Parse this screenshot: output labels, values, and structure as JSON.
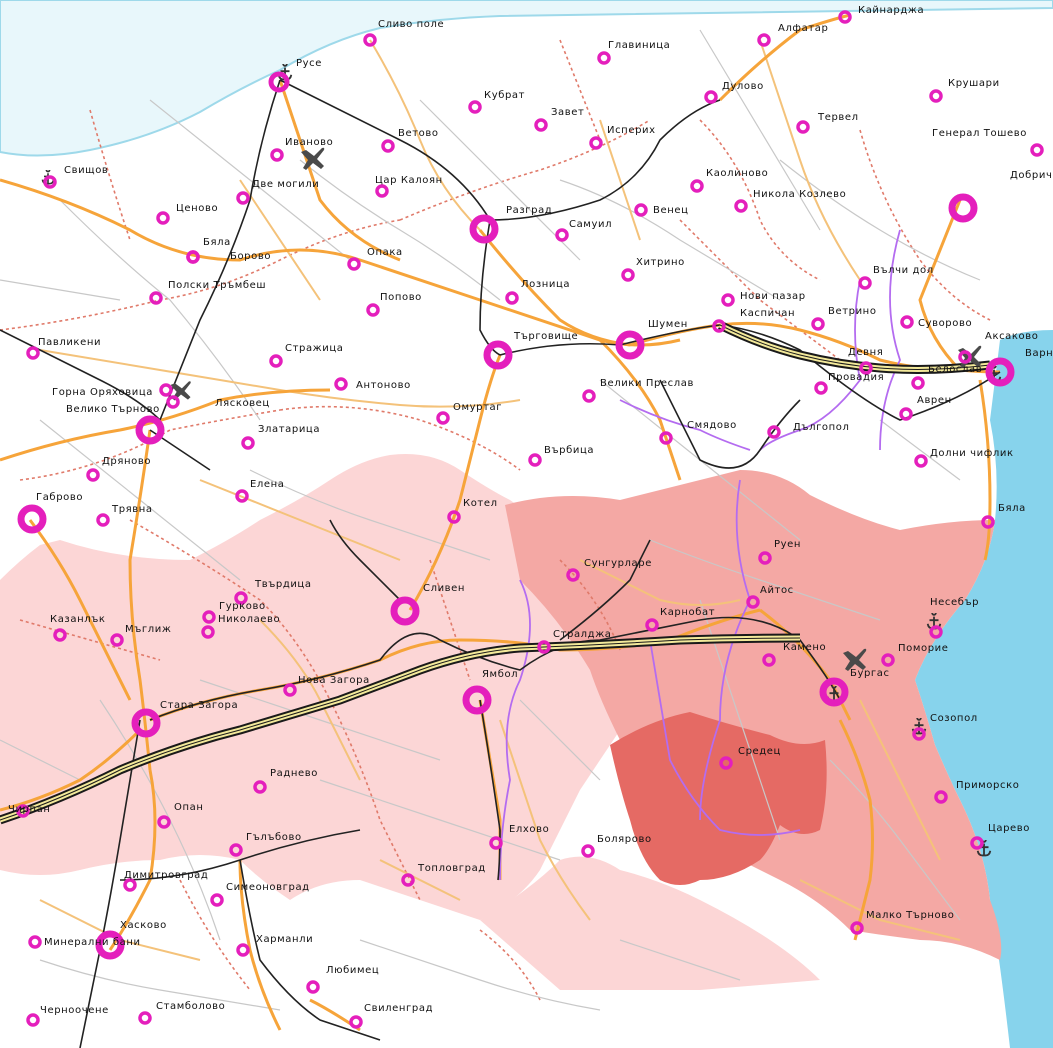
{
  "map": {
    "colors": {
      "sea": "#87d3ec",
      "land": "#ffffff",
      "region_light": "#fcd6d6",
      "region_medium": "#f4a8a4",
      "region_dark": "#e56a64",
      "motorway": "#1a1a1a",
      "motorway_fill": "#f3e99a",
      "road_main": "#f6a43a",
      "road_secondary": "#f4c27a",
      "road_minor": "#c8c8c8",
      "border_admin": "#e07a6a",
      "railway": "#222222",
      "pipeline": "#b46cf0",
      "river": "#bcd7ee",
      "city_marker": "#e41fbc"
    },
    "icons": {
      "airport": "airplane-icon",
      "port": "anchor-icon",
      "city": "city-ring-icon"
    },
    "labels": [
      "Сливо поле",
      "Кайнарджа",
      "Алфатар",
      "Русе",
      "Главиница",
      "Кубрат",
      "Дулово",
      "Крушари",
      "Завет",
      "Тервел",
      "Ветово",
      "Исперих",
      "Генерал Тошево",
      "Иваново",
      "Свищов",
      "Цар Калоян",
      "Каолиново",
      "Добрич",
      "Две могили",
      "Никола Козлево",
      "Ценово",
      "Разград",
      "Самуил",
      "Венец",
      "Бяла",
      "Борово",
      "Опака",
      "Хитрино",
      "Вълчи дол",
      "Полски Тръмбеш",
      "Лозница",
      "Нови пазар",
      "Попово",
      "Каспичан",
      "Ветрино",
      "Суворово",
      "Павликени",
      "Търговище",
      "Шумен",
      "Аксаково",
      "Стражица",
      "Девня",
      "Варна",
      "Провадия",
      "Белослав",
      "Горна Оряховица",
      "Лясковец",
      "Велики Преслав",
      "Антоново",
      "Аврен",
      "Велико Търново",
      "Омуртаг",
      "Смядово",
      "Дългопол",
      "Златарица",
      "Дряново",
      "Върбица",
      "Долни чифлик",
      "Елена",
      "Габрово",
      "Трявна",
      "Котел",
      "Бяла",
      "Руен",
      "Сунгурларе",
      "Твърдица",
      "Сливен",
      "Айтос",
      "Несебър",
      "Гурково",
      "Казанлък",
      "Мъглиж",
      "Николаево",
      "Карнобат",
      "Стралджа",
      "Камено",
      "Поморие",
      "Бургас",
      "Нова Загора",
      "Ямбол",
      "Созопол",
      "Стара Загора",
      "Средец",
      "Раднево",
      "Приморско",
      "Чирпан",
      "Опан",
      "Елхово",
      "Болярово",
      "Царево",
      "Гълъбово",
      "Топловград",
      "Димитровград",
      "Симеоновград",
      "Хасково",
      "Малко Търново",
      "Минерални бани",
      "Харманли",
      "Любимец",
      "Черноочене",
      "Стамболово",
      "Свиленград"
    ]
  }
}
